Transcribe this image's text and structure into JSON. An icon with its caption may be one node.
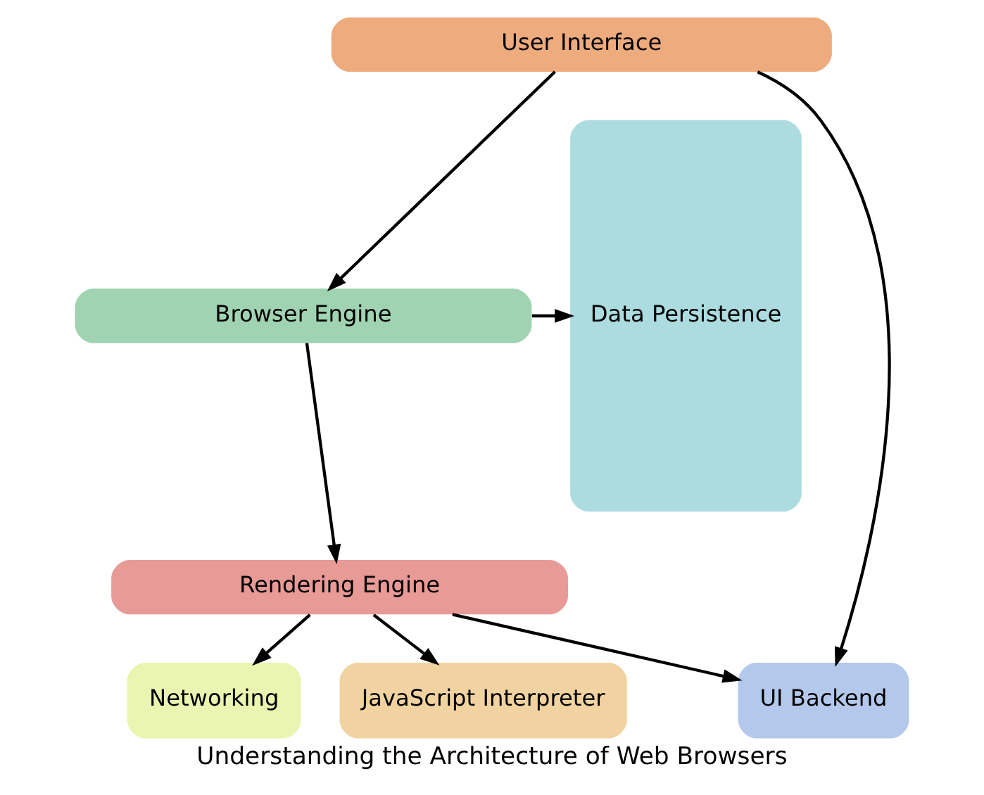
{
  "diagram": {
    "title": "Understanding the Architecture of Web Browsers",
    "nodes": [
      {
        "text": [
          "User Interface"
        ]
      },
      {
        "text": [
          "Browser Engine"
        ]
      },
      {
        "text": [
          "Rendering Engine"
        ]
      },
      {
        "text": [
          "Networking"
        ]
      },
      {
        "text": [
          "JavaScript Interpreter"
        ]
      },
      {
        "text": [
          "UI Backend"
        ]
      },
      {
        "text": [
          "Data Persistence"
        ]
      }
    ],
    "edges": [
      {
        "from": 0,
        "to": 1,
        "arrow": "to"
      },
      {
        "from": 1,
        "to": 2,
        "arrow": "to"
      },
      {
        "from": 2,
        "to": 3,
        "arrow": "to"
      },
      {
        "from": 2,
        "to": 4,
        "arrow": "to"
      },
      {
        "from": 2,
        "to": 5,
        "arrow": "to"
      },
      {
        "from": 0,
        "to": 5,
        "arrow": "to"
      },
      {
        "from": 1,
        "to": 6,
        "arrow": "to"
      }
    ]
  }
}
